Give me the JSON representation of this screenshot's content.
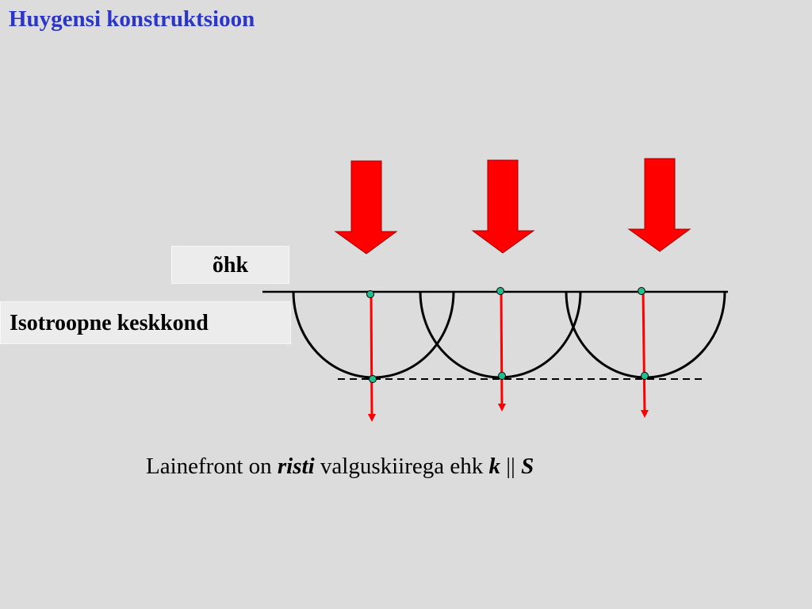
{
  "title": "Huygensi konstruktsioon",
  "labels": {
    "air": "õhk",
    "medium": "Isotroopne keskkond"
  },
  "caption": {
    "part1": "Lainefront on ",
    "part2": "risti",
    "part3": " valguskiirega ehk ",
    "part4": "k",
    "part5": " || ",
    "part6": "S"
  },
  "colors": {
    "title": "#2b35c8",
    "arrow": "#ff0000",
    "point": "#1fbf8f",
    "background": "#dcdcdc"
  }
}
